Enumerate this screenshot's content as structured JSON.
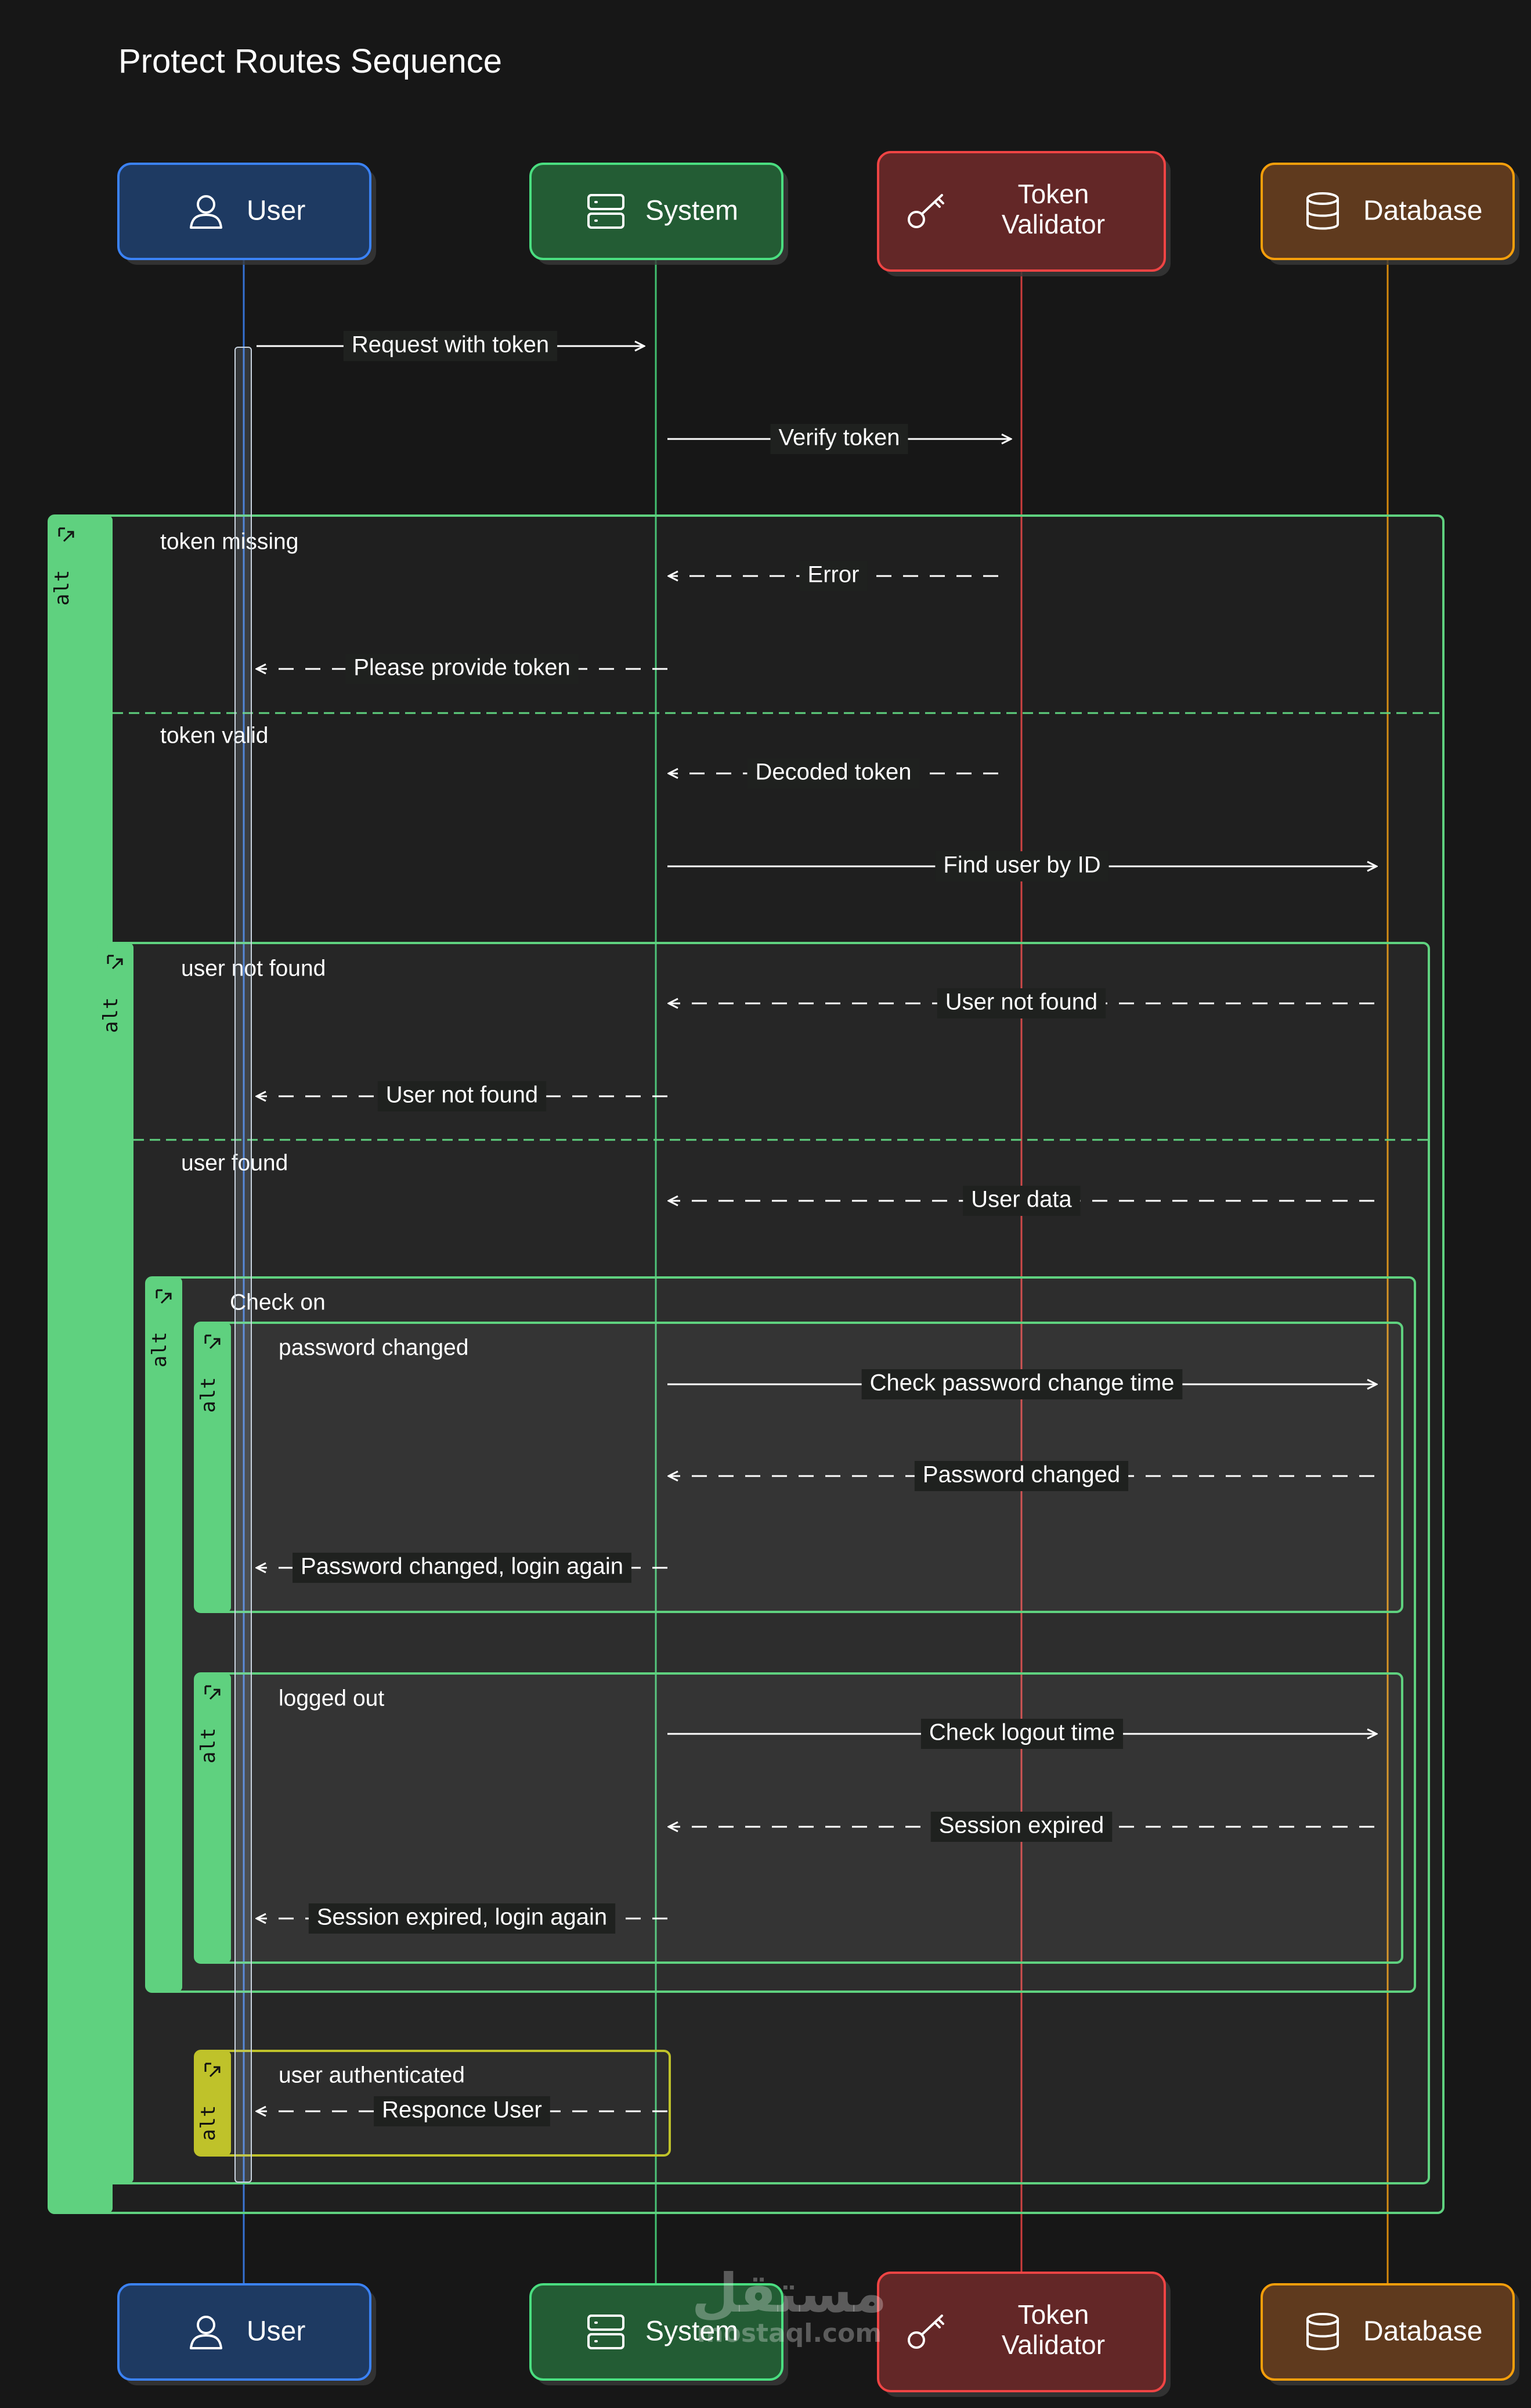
{
  "diagram": {
    "title": "Protect Routes Sequence",
    "participants": [
      {
        "id": "user",
        "label_lines": [
          "User"
        ],
        "icon": "user-icon",
        "fill": "#1e3a62",
        "stroke": "#3b82f6",
        "lifeline": "#3b82f6"
      },
      {
        "id": "system",
        "label_lines": [
          "System"
        ],
        "icon": "server-icon",
        "fill": "#235c34",
        "stroke": "#4ade80",
        "lifeline": "#4ade80"
      },
      {
        "id": "validator",
        "label_lines": [
          "Token",
          "Validator"
        ],
        "icon": "key-icon",
        "fill": "#632727",
        "stroke": "#ef4444",
        "lifeline": "#ef4444"
      },
      {
        "id": "database",
        "label_lines": [
          "Database"
        ],
        "icon": "database-icon",
        "fill": "#5f3a1e",
        "stroke": "#f59e0b",
        "lifeline": "#f59e0b"
      }
    ],
    "messages": [
      {
        "from": "user",
        "to": "system",
        "label": "Request with token",
        "style": "solid"
      },
      {
        "from": "system",
        "to": "validator",
        "label": "Verify token",
        "style": "solid"
      },
      {
        "from": "validator",
        "to": "system",
        "label": "Error",
        "style": "dashed"
      },
      {
        "from": "system",
        "to": "user",
        "label": "Please provide token",
        "style": "dashed"
      },
      {
        "from": "validator",
        "to": "system",
        "label": "Decoded token",
        "style": "dashed"
      },
      {
        "from": "system",
        "to": "database",
        "label": "Find user by ID",
        "style": "solid"
      },
      {
        "from": "database",
        "to": "system",
        "label": "User not found",
        "style": "dashed"
      },
      {
        "from": "system",
        "to": "user",
        "label": "User not found",
        "style": "dashed"
      },
      {
        "from": "database",
        "to": "system",
        "label": "User data",
        "style": "dashed"
      },
      {
        "from": "system",
        "to": "database",
        "label": "Check password change time",
        "style": "solid"
      },
      {
        "from": "database",
        "to": "system",
        "label": "Password changed",
        "style": "dashed"
      },
      {
        "from": "system",
        "to": "user",
        "label": "Password changed, login again",
        "style": "dashed"
      },
      {
        "from": "system",
        "to": "database",
        "label": "Check logout time",
        "style": "solid"
      },
      {
        "from": "database",
        "to": "system",
        "label": "Session expired",
        "style": "dashed"
      },
      {
        "from": "system",
        "to": "user",
        "label": "Session expired, login again",
        "style": "dashed"
      },
      {
        "from": "system",
        "to": "user",
        "label": "Responce User",
        "style": "dashed"
      }
    ],
    "fragments": [
      {
        "tag": "alt",
        "sections": [
          "token missing",
          "token valid"
        ],
        "color": "#5fd17f"
      },
      {
        "tag": "alt",
        "sections": [
          "user not found",
          "user found"
        ],
        "color": "#5fd17f"
      },
      {
        "tag": "alt",
        "sections": [
          "Check on"
        ],
        "color": "#5fd17f"
      },
      {
        "tag": "alt",
        "sections": [
          "password changed"
        ],
        "color": "#5fd17f"
      },
      {
        "tag": "alt",
        "sections": [
          "logged out"
        ],
        "color": "#5fd17f"
      },
      {
        "tag": "alt",
        "sections": [
          "user authenticated"
        ],
        "color": "#bfc22a"
      }
    ],
    "watermark": {
      "arabic": "مستقل",
      "latin": "mostaql.com"
    }
  }
}
